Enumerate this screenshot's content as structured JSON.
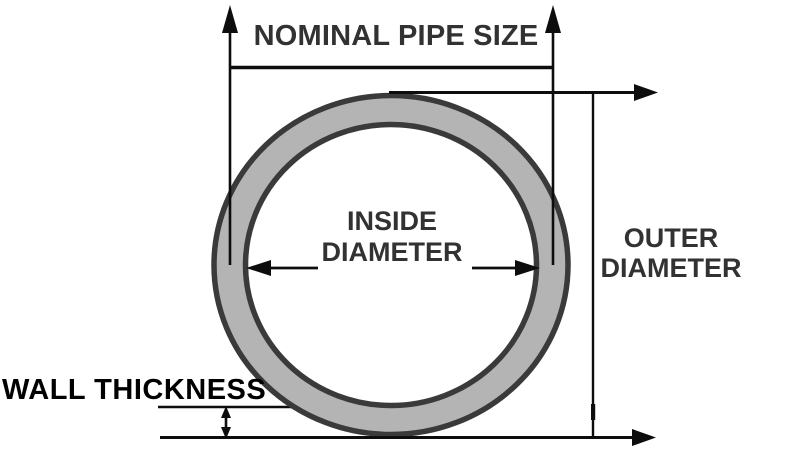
{
  "diagram": {
    "type": "pipe-cross-section-dimension-diagram",
    "labels": {
      "nominal_pipe_size": "NOMINAL PIPE SIZE",
      "inside_diameter_line1": "INSIDE",
      "inside_diameter_line2": "DIAMETER",
      "outer_diameter_line1": "OUTER",
      "outer_diameter_line2": "DIAMETER",
      "wall_thickness": "WALL THICKNESS"
    },
    "colors": {
      "background": "#ffffff",
      "pipe_wall_fill": "#b4b4b4",
      "pipe_wall_stroke": "#3a3a3a",
      "dimension_line": "#0d0d0d",
      "label_text": "#323232",
      "wall_thickness_text": "#000000"
    }
  }
}
